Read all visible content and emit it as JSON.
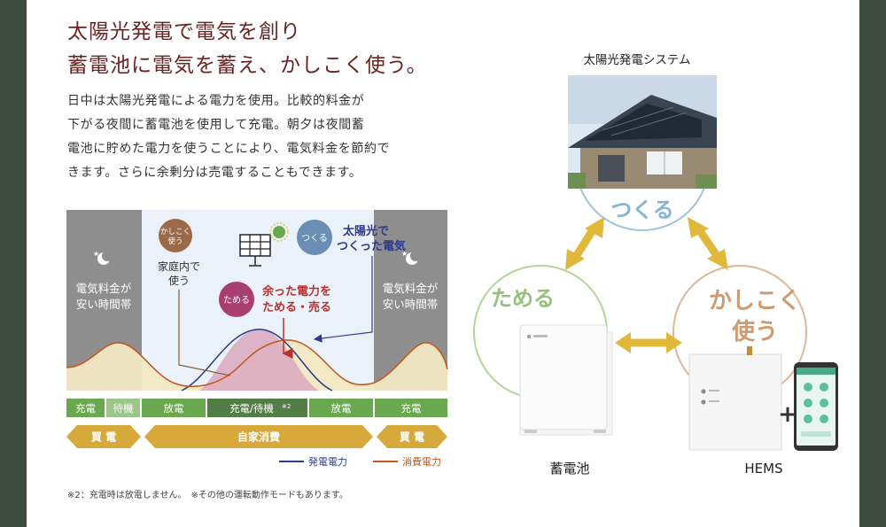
{
  "heading": {
    "line1": "太陽光発電で電気を創り",
    "line2": "蓄電池に電気を蓄え、かしこく使う。"
  },
  "description": [
    "日中は太陽光発電による電力を使用。比較的料金が",
    "下がる夜間に蓄電池を使用して充電。朝夕は夜間蓄",
    "電池に貯めた電力を使うことにより、電気料金を節約で",
    "きます。さらに余剰分は売電することもできます。"
  ],
  "chart": {
    "night_left": [
      "電気料金が",
      "安い時間帯"
    ],
    "night_right": [
      "電気料金が",
      "安い時間帯"
    ],
    "badge_kashikoku": [
      "かしこく",
      "使う"
    ],
    "badge_tsukuru": "つくる",
    "badge_tameru": "ためる",
    "label_home_use": [
      "家庭内で",
      "使う"
    ],
    "label_solar": [
      "太陽光で",
      "つくった電気"
    ],
    "label_surplus": [
      "余った電力を",
      "ためる・売る"
    ],
    "modes": [
      "充電",
      "待機",
      "放電",
      "充電/待機",
      "※2",
      "放電",
      "充電"
    ],
    "arrows": [
      "買 電",
      "自家消費",
      "買 電"
    ],
    "legend_generation": "発電電力",
    "legend_consumption": "消費電力",
    "colors": {
      "generation": "#2e3a8c",
      "consumption": "#c3561a",
      "mode_green": "#6aa84f",
      "arrow_gold": "#d6a93a"
    }
  },
  "footnote": "※2：充電時は放電しません。　※その他の運転動作モードもあります。",
  "system": {
    "solar_label": "太陽光発電システム",
    "cycle_tsukuru": "つくる",
    "cycle_tameru": "ためる",
    "cycle_kashikoku": [
      "かしこく",
      "使う"
    ],
    "battery_label": "蓄電池",
    "hems_label": "HEMS",
    "plus": "+"
  }
}
